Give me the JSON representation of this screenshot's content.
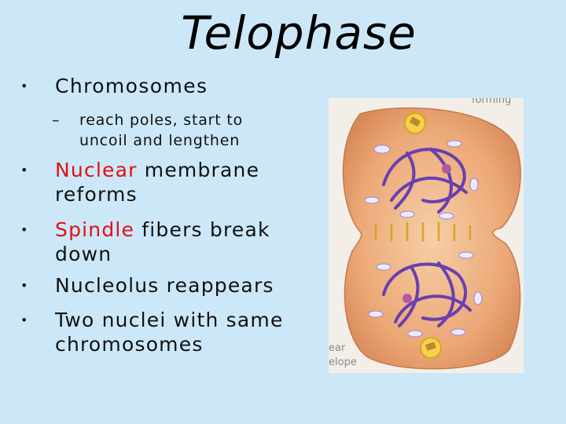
{
  "slide": {
    "title": "Telophase",
    "bullets": [
      {
        "text": "Chromosomes"
      },
      {
        "text": "reach poles, start to uncoil and lengthen"
      },
      {
        "highlight": "Nuclear",
        "rest": " membrane reforms"
      },
      {
        "highlight": "Spindle",
        "rest": " fibers break down"
      },
      {
        "text": "Nucleolus reappears"
      },
      {
        "text": "Two nuclei with same chromosomes"
      }
    ],
    "bullet_glyph": "•",
    "sub_glyph": "–"
  },
  "figure": {
    "labels": {
      "top_right": "forming",
      "bottom_left_1": "ear",
      "bottom_left_2": "elope"
    }
  },
  "colors": {
    "background": "#cce8f8",
    "highlight": "#e01010"
  }
}
